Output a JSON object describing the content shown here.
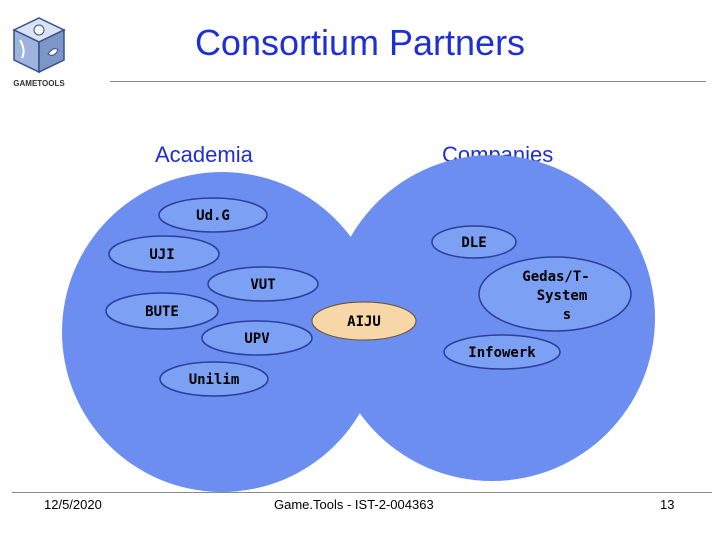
{
  "slide": {
    "title": "Consortium Partners",
    "logo_text": "GAMETOOLS",
    "column_headers": {
      "academia": "Academia",
      "companies": "Companies"
    },
    "footer": {
      "date": "12/5/2020",
      "project": "Game.Tools - IST-2-004363",
      "page": "13"
    }
  },
  "diagram": {
    "colors": {
      "big_circle": "#6b8ef0",
      "partner": "#7ca0f4",
      "shared": "#f7d6a8",
      "outline": "#2a3f9a"
    },
    "academia_partners": [
      "Ud.G",
      "UJI",
      "VUT",
      "BUTE",
      "UPV",
      "Unilim"
    ],
    "company_partners": [
      "DLE",
      "Infowerk"
    ],
    "gedas_lines": [
      "Gedas/T-",
      "System",
      "s"
    ],
    "shared_partner": "AIJU"
  }
}
